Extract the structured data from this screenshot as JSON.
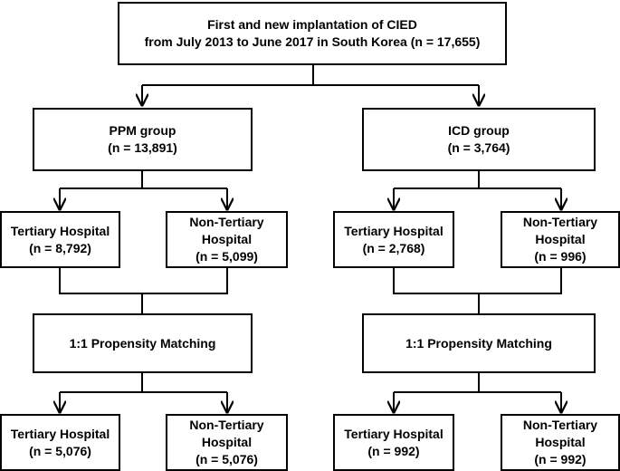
{
  "diagram": {
    "top": {
      "line1": "First and new implantation of CIED",
      "line2": "from July 2013 to June 2017 in South Korea (n = 17,655)"
    },
    "ppm": {
      "group": {
        "line1": "PPM group",
        "line2": "(n = 13,891)"
      },
      "before": {
        "tertiary": {
          "line1": "Tertiary Hospital",
          "line2": "(n = 8,792)"
        },
        "non_tertiary": {
          "line1": "Non-Tertiary",
          "line2": "Hospital",
          "line3": "(n = 5,099)"
        }
      },
      "matching": "1:1 Propensity Matching",
      "after": {
        "tertiary": {
          "line1": "Tertiary Hospital",
          "line2": "(n = 5,076)"
        },
        "non_tertiary": {
          "line1": "Non-Tertiary",
          "line2": "Hospital",
          "line3": "(n = 5,076)"
        }
      }
    },
    "icd": {
      "group": {
        "line1": "ICD group",
        "line2": "(n = 3,764)"
      },
      "before": {
        "tertiary": {
          "line1": "Tertiary Hospital",
          "line2": "(n = 2,768)"
        },
        "non_tertiary": {
          "line1": "Non-Tertiary",
          "line2": "Hospital",
          "line3": "(n = 996)"
        }
      },
      "matching": "1:1 Propensity Matching",
      "after": {
        "tertiary": {
          "line1": "Tertiary Hospital",
          "line2": "(n = 992)"
        },
        "non_tertiary": {
          "line1": "Non-Tertiary",
          "line2": "Hospital",
          "line3": "(n = 992)"
        }
      }
    }
  }
}
